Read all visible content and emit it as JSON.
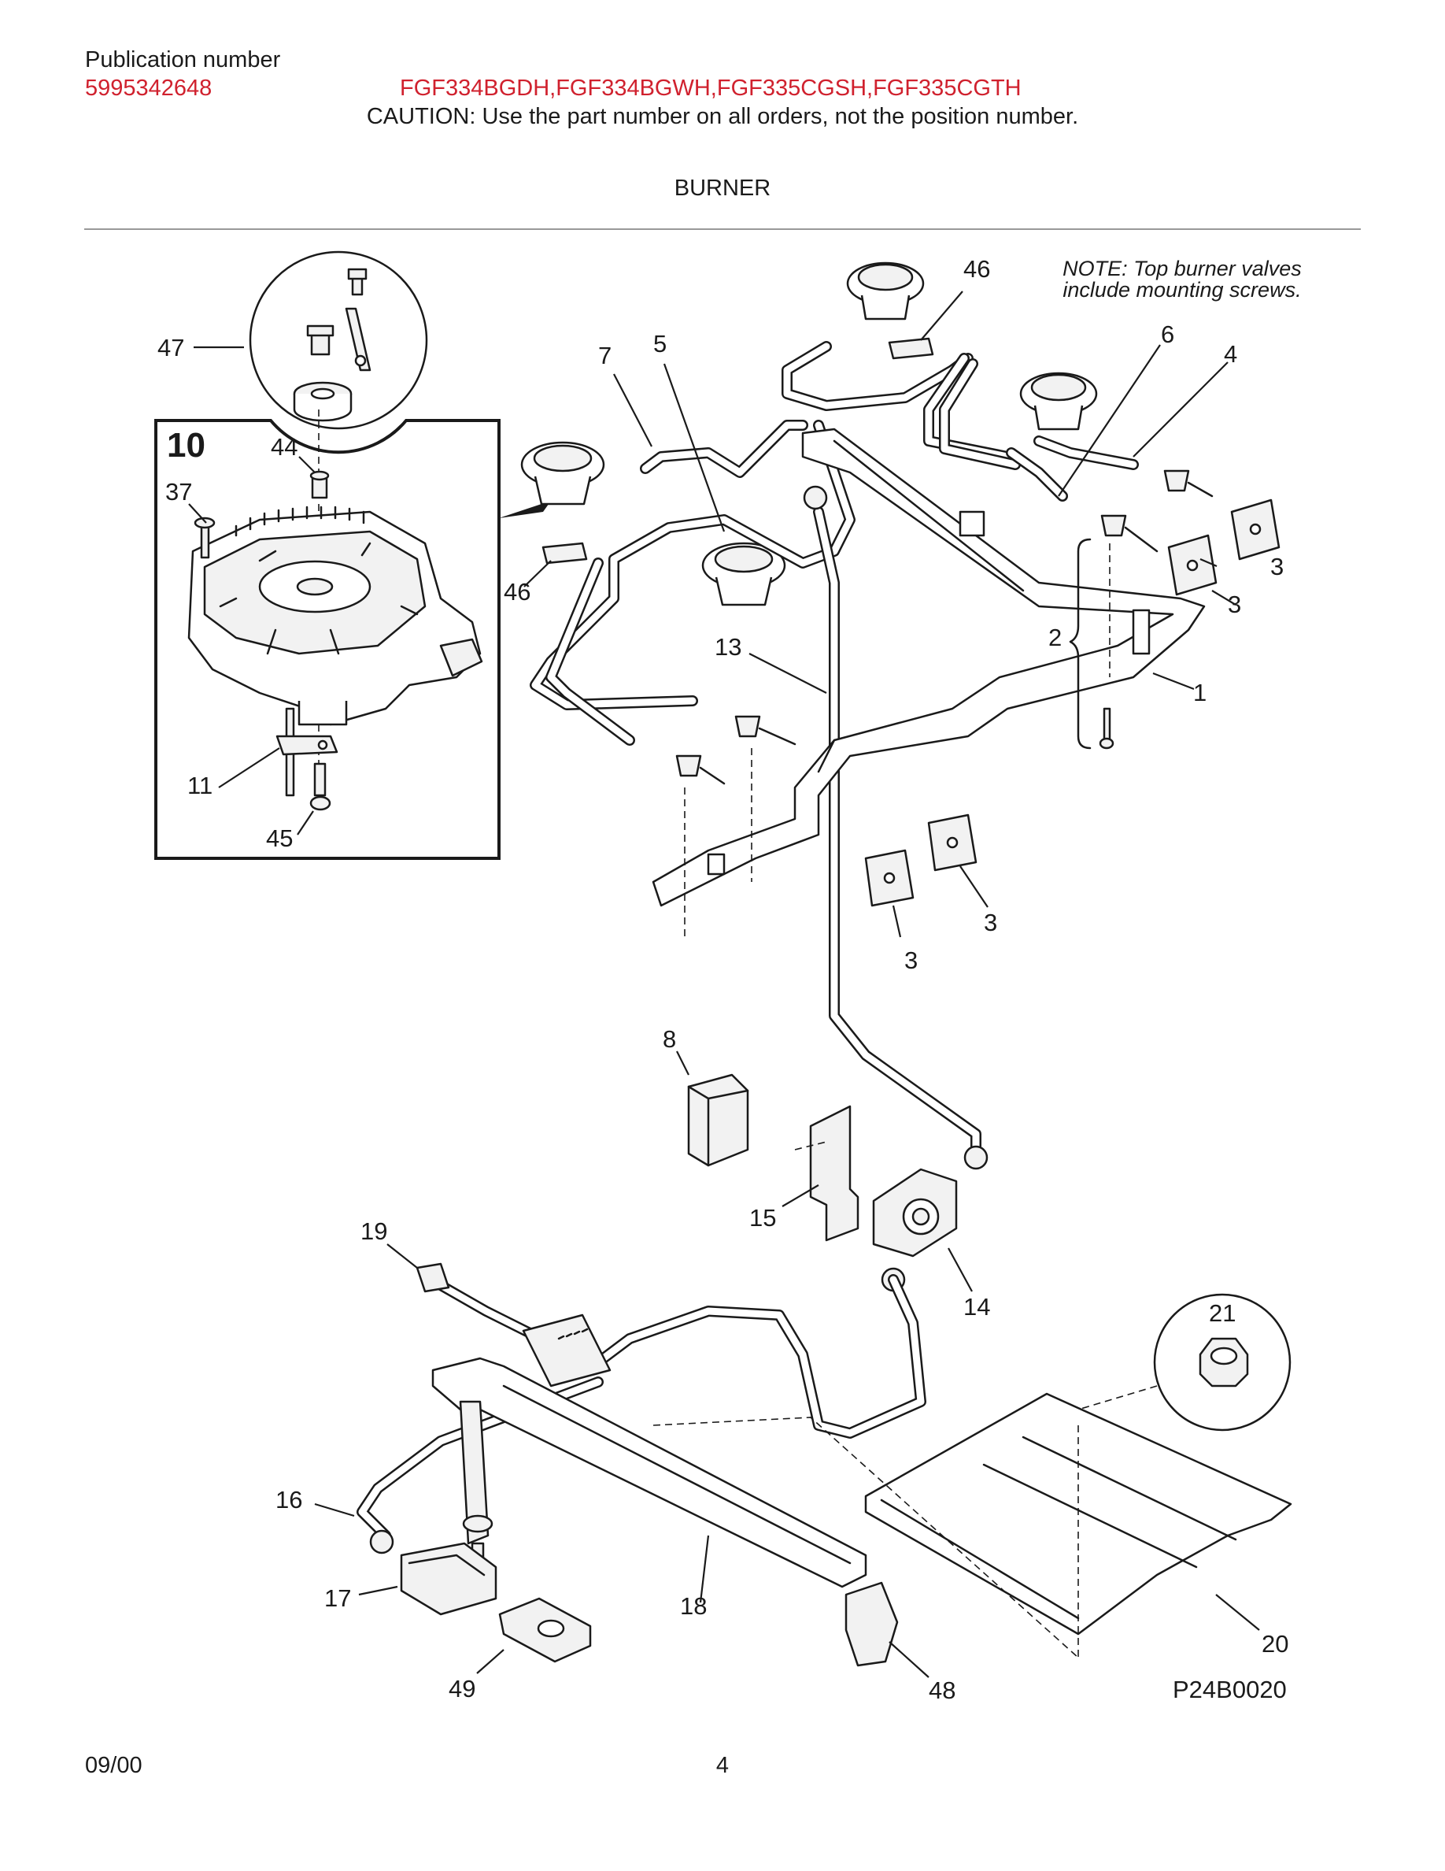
{
  "header": {
    "publication_label": "Publication number",
    "publication_number": "5995342648",
    "models": "FGF334BGDH,FGF334BGWH,FGF335CGSH,FGF335CGTH",
    "caution": "CAUTION:  Use the part number on all orders, not the position number.",
    "section_title": "BURNER"
  },
  "note": {
    "line1": "NOTE: Top burner valves",
    "line2": "include mounting screws."
  },
  "inset": {
    "number": "10"
  },
  "callouts": {
    "c1": "1",
    "c2": "2",
    "c3a": "3",
    "c3b": "3",
    "c3c": "3",
    "c3d": "3",
    "c4": "4",
    "c5": "5",
    "c6": "6",
    "c7": "7",
    "c8": "8",
    "c11": "11",
    "c13": "13",
    "c14": "14",
    "c15": "15",
    "c16": "16",
    "c17": "17",
    "c18": "18",
    "c19": "19",
    "c20": "20",
    "c21": "21",
    "c37": "37",
    "c44": "44",
    "c45": "45",
    "c46a": "46",
    "c46b": "46",
    "c47": "47",
    "c48": "48",
    "c49": "49"
  },
  "diagram_code": "P24B0020",
  "footer": {
    "date": "09/00",
    "page": "4"
  }
}
